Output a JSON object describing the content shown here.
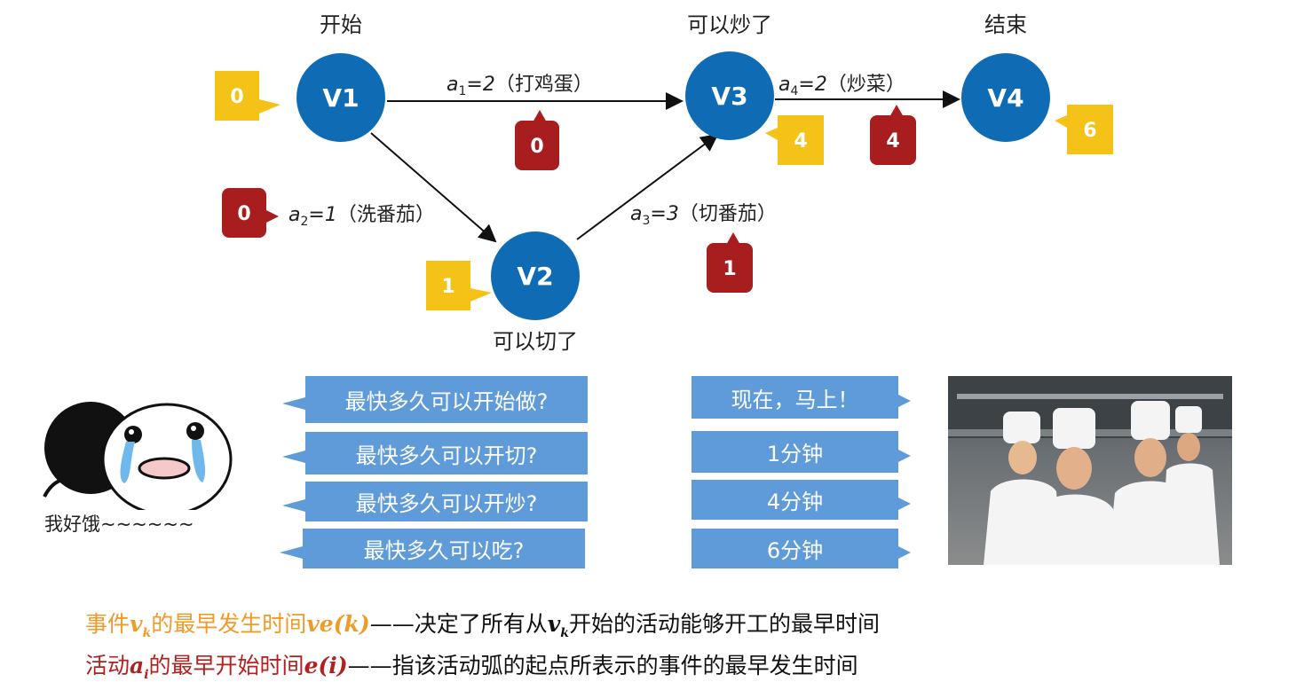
{
  "graph": {
    "nodes": [
      {
        "id": "V1",
        "label": "V1",
        "caption": "开始"
      },
      {
        "id": "V2",
        "label": "V2",
        "caption": "可以切了"
      },
      {
        "id": "V3",
        "label": "V3",
        "caption": "可以炒了"
      },
      {
        "id": "V4",
        "label": "V4",
        "caption": "结束"
      }
    ],
    "edges": [
      {
        "id": "a1",
        "var": "a",
        "sub": "1",
        "value": "=2",
        "task": "（打鸡蛋）"
      },
      {
        "id": "a2",
        "var": "a",
        "sub": "2",
        "value": "=1",
        "task": "（洗番茄）"
      },
      {
        "id": "a3",
        "var": "a",
        "sub": "3",
        "value": "=3",
        "task": "（切番茄）"
      },
      {
        "id": "a4",
        "var": "a",
        "sub": "4",
        "value": "=2",
        "task": "（炒菜）"
      }
    ],
    "node_times": [
      "0",
      "1",
      "4",
      "6"
    ],
    "edge_times": [
      "0",
      "0",
      "1",
      "4"
    ],
    "colors": {
      "node": "#0f6cb4",
      "node_time": "#f5c218",
      "edge_time": "#a81e1e",
      "arrow": "#111111"
    }
  },
  "questions": [
    "最快多久可以开始做?",
    "最快多久可以开切?",
    "最快多久可以开炒?",
    "最快多久可以吃?"
  ],
  "answers": [
    "现在，马上！",
    "1分钟",
    "4分钟",
    "6分钟"
  ],
  "meme": {
    "caption": "我好饿~~~~~~",
    "icon": "crying-face-icon"
  },
  "photo": {
    "icon": "chefs-photo"
  },
  "definitions": [
    {
      "part1": "事件",
      "sym": "v",
      "sub": "k",
      "part2": "的最早发生时间",
      "func": "ve(k)",
      "dash": "——",
      "text_pre": "决定了所有从",
      "sym2": "v",
      "sub2": "k",
      "text_post": "开始的活动能够开工的最早时间"
    },
    {
      "part1": "活动",
      "sym": "a",
      "sub": "i",
      "part2": "的最早开始时间",
      "func": "e(i)",
      "dash": "——",
      "text_pre": "指该活动弧的起点所表示的事件的最早发生时间"
    }
  ]
}
